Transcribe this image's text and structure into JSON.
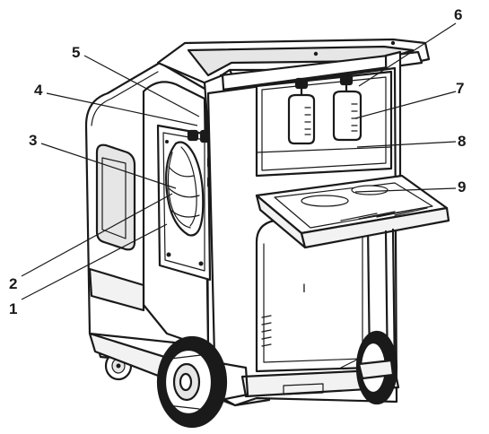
{
  "callouts": [
    {
      "id": "callout-1",
      "label": "1"
    },
    {
      "id": "callout-2",
      "label": "2"
    },
    {
      "id": "callout-3",
      "label": "3"
    },
    {
      "id": "callout-4",
      "label": "4"
    },
    {
      "id": "callout-5",
      "label": "5"
    },
    {
      "id": "callout-6",
      "label": "6"
    },
    {
      "id": "callout-7",
      "label": "7"
    },
    {
      "id": "callout-8",
      "label": "8"
    },
    {
      "id": "callout-9",
      "label": "9"
    }
  ],
  "front_panel_mark": "I"
}
